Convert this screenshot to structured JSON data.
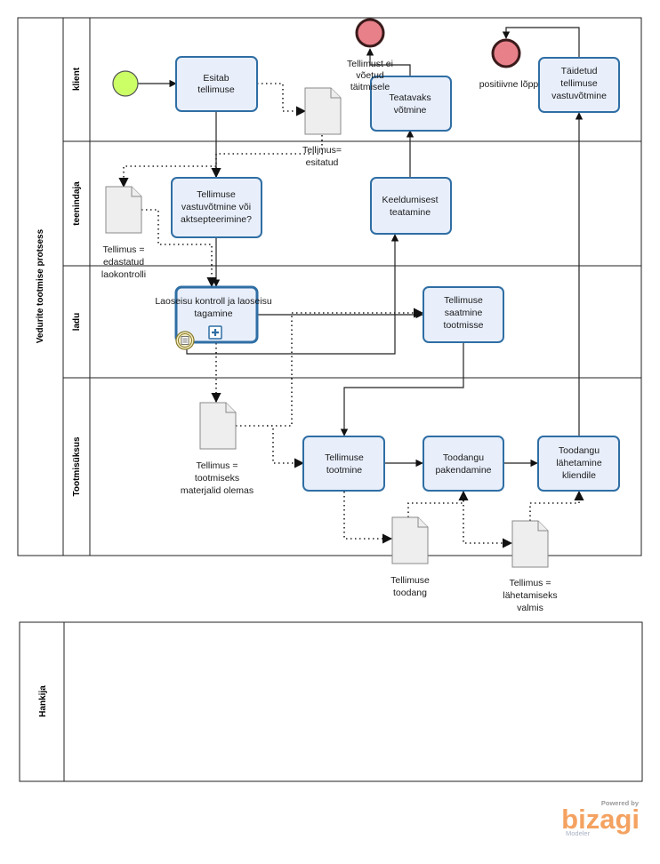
{
  "pool_main": {
    "title": "Vedurite tootmise protsess"
  },
  "lanes": {
    "klient": "klient",
    "teenindaja": "teenindaja",
    "ladu": "ladu",
    "tootmisuksus": "Tootmisüksus"
  },
  "pool_second": {
    "title": "Hankija"
  },
  "tasks": {
    "esitab": [
      "Esitab",
      "tellimuse"
    ],
    "teatavaks": [
      "Teatavaks",
      "võtmine"
    ],
    "taidetud": [
      "Täidetud",
      "tellimuse",
      "vastuvõtmine"
    ],
    "vastuvotmine": [
      "Tellimuse",
      "vastuvõtmine või",
      "aktsepteerimine?"
    ],
    "keeldumisest": [
      "Keeldumisest",
      "teatamine"
    ],
    "laoseisu": [
      "Laoseisu kontroll ja laoseisu",
      "tagamine"
    ],
    "saatmine": [
      "Tellimuse",
      "saatmine",
      "tootmisse"
    ],
    "tootmine": [
      "Tellimuse",
      "tootmine"
    ],
    "pakendamine": [
      "Toodangu",
      "pakendamine"
    ],
    "lahetamine": [
      "Toodangu",
      "lähetamine",
      "kliendile"
    ]
  },
  "events": {
    "end_negative": [
      "Tellimust ei",
      "võetud",
      "täitmisele"
    ],
    "end_positive": [
      "positiivne lõpp"
    ]
  },
  "data_objects": {
    "esitatud": [
      "Tellimus=",
      "esitatud"
    ],
    "edastatud": [
      "Tellimus =",
      "edastatud",
      "laokontrolli"
    ],
    "materjalid": [
      "Tellimus =",
      "tootmiseks",
      "materjalid olemas"
    ],
    "toodang": [
      "Tellimuse",
      "toodang"
    ],
    "valmis": [
      "Tellimus =",
      "lähetamiseks",
      "valmis"
    ]
  },
  "watermark": {
    "powered": "Powered by",
    "brand": "bizagi",
    "product": "Modeler"
  },
  "colors": {
    "task_fill": "#e8effb",
    "task_stroke": "#2f6ea4",
    "start": "#ccff66",
    "end": "#e8808a",
    "brand": "#f4a261"
  }
}
